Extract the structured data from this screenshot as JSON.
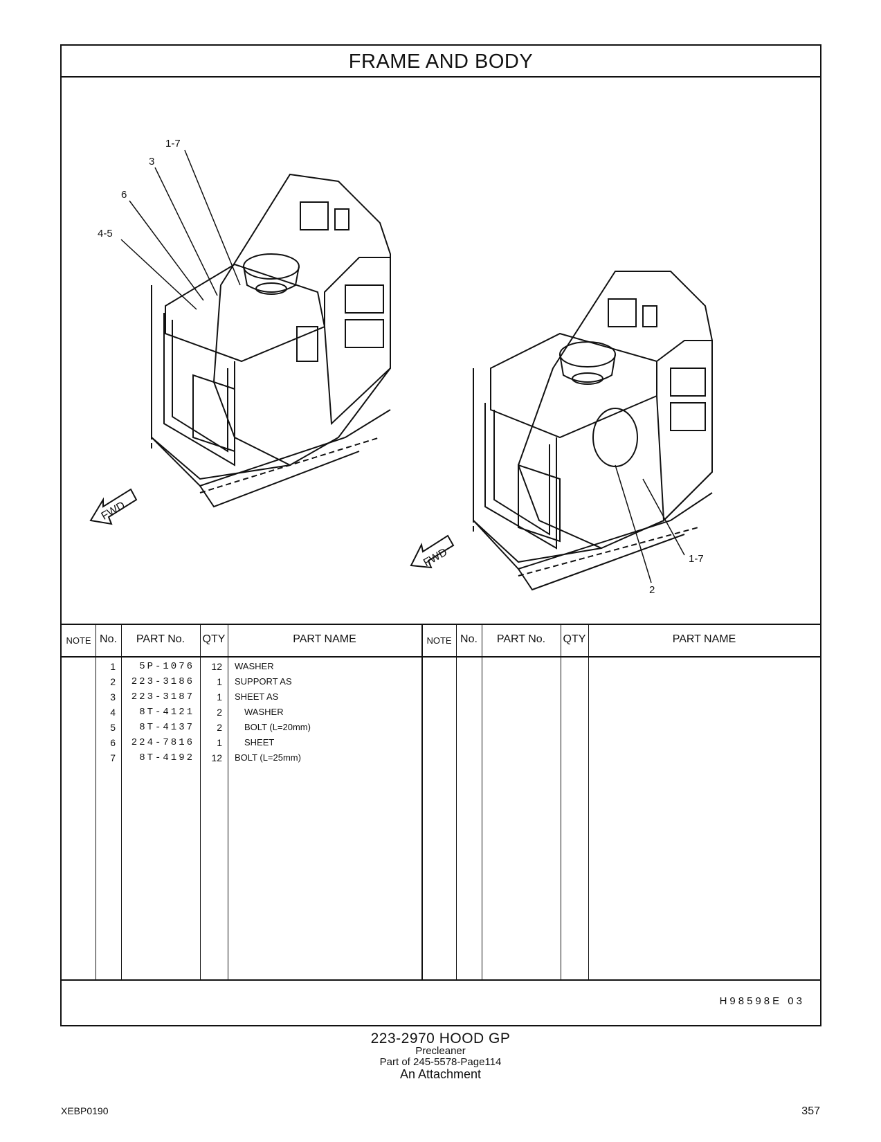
{
  "page_title": "FRAME AND BODY",
  "callouts_left": [
    "1-7",
    "3",
    "6",
    "4-5"
  ],
  "callouts_right": [
    "1-7",
    "2"
  ],
  "fwd_label": "FWD",
  "table_headers": {
    "note": "NOTE",
    "no": "No.",
    "part_no": "PART No.",
    "qty": "QTY",
    "part_name": "PART NAME"
  },
  "parts": [
    {
      "no": "1",
      "part_no": "5P-1076",
      "qty": "12",
      "name": "WASHER",
      "indent": 0
    },
    {
      "no": "2",
      "part_no": "223-3186",
      "qty": "1",
      "name": "SUPPORT  AS",
      "indent": 0
    },
    {
      "no": "3",
      "part_no": "223-3187",
      "qty": "1",
      "name": "SHEET  AS",
      "indent": 0
    },
    {
      "no": "4",
      "part_no": "8T-4121",
      "qty": "2",
      "name": "WASHER",
      "indent": 1
    },
    {
      "no": "5",
      "part_no": "8T-4137",
      "qty": "2",
      "name": "BOLT (L=20mm)",
      "indent": 1
    },
    {
      "no": "6",
      "part_no": "224-7816",
      "qty": "1",
      "name": "SHEET",
      "indent": 1
    },
    {
      "no": "7",
      "part_no": "8T-4192",
      "qty": "12",
      "name": "BOLT (L=25mm)",
      "indent": 0
    }
  ],
  "ref_code": "H98598E   03",
  "footer": {
    "title": "223-2970  HOOD  GP",
    "subtitle": "Precleaner",
    "part_of": "Part of 245-5578-Page114",
    "attachment": "An Attachment"
  },
  "doc_id": "XEBP0190",
  "page_number": "357"
}
